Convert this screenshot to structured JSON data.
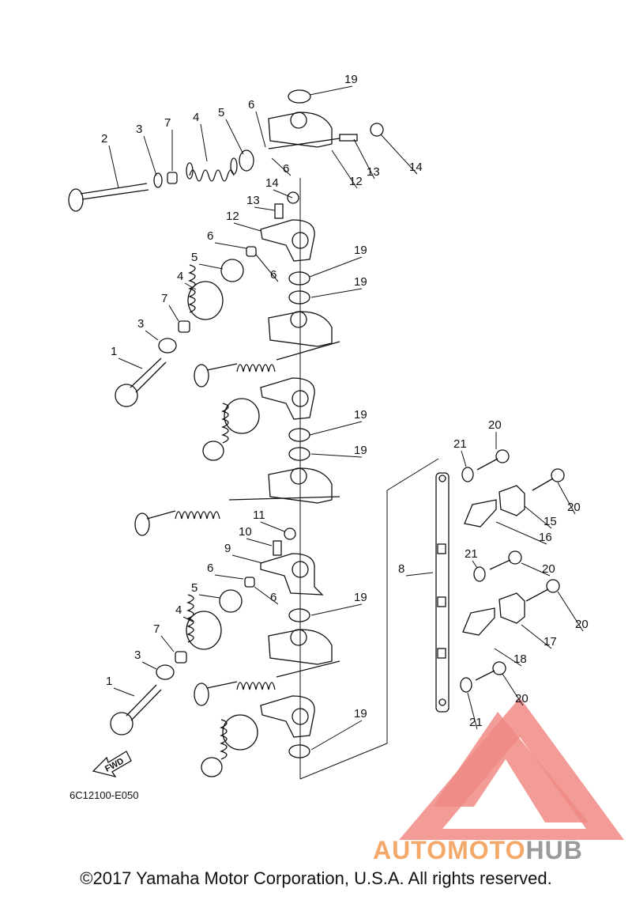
{
  "diagram": {
    "code": "6C12100-E050",
    "fwd_label": "FWD",
    "copyright": "©2017 Yamaha Motor Corporation, U.S.A. All rights reserved."
  },
  "watermark": {
    "brand_a": "AUTOMOTO",
    "brand_b": "HUB",
    "colors": {
      "triangle": "#f08a85",
      "auto": "#f4a96a",
      "hub": "#9a9a9a"
    }
  },
  "callouts": [
    {
      "n": "19"
    },
    {
      "n": "6"
    },
    {
      "n": "5"
    },
    {
      "n": "4"
    },
    {
      "n": "7"
    },
    {
      "n": "3"
    },
    {
      "n": "2"
    },
    {
      "n": "6"
    },
    {
      "n": "13"
    },
    {
      "n": "14"
    },
    {
      "n": "12"
    },
    {
      "n": "14"
    },
    {
      "n": "13"
    },
    {
      "n": "12"
    },
    {
      "n": "6"
    },
    {
      "n": "6"
    },
    {
      "n": "5"
    },
    {
      "n": "19"
    },
    {
      "n": "4"
    },
    {
      "n": "19"
    },
    {
      "n": "7"
    },
    {
      "n": "3"
    },
    {
      "n": "1"
    },
    {
      "n": "19"
    },
    {
      "n": "19"
    },
    {
      "n": "11"
    },
    {
      "n": "10"
    },
    {
      "n": "9"
    },
    {
      "n": "6"
    },
    {
      "n": "6"
    },
    {
      "n": "5"
    },
    {
      "n": "19"
    },
    {
      "n": "4"
    },
    {
      "n": "7"
    },
    {
      "n": "3"
    },
    {
      "n": "1"
    },
    {
      "n": "19"
    },
    {
      "n": "20"
    },
    {
      "n": "21"
    },
    {
      "n": "20"
    },
    {
      "n": "15"
    },
    {
      "n": "16"
    },
    {
      "n": "8"
    },
    {
      "n": "21"
    },
    {
      "n": "20"
    },
    {
      "n": "20"
    },
    {
      "n": "17"
    },
    {
      "n": "18"
    },
    {
      "n": "20"
    },
    {
      "n": "21"
    }
  ]
}
